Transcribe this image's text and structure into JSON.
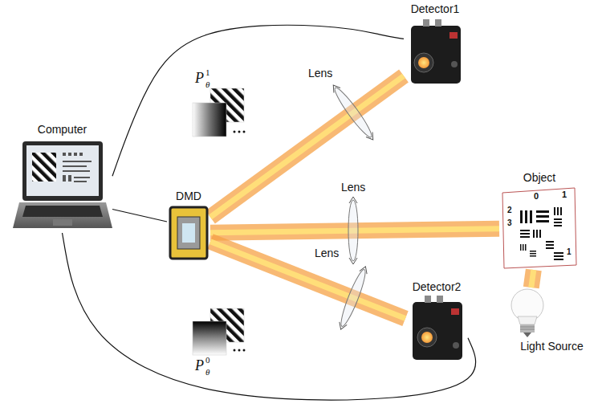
{
  "diagram": {
    "nodes": [
      {
        "text": [
          "Detector1"
        ]
      },
      {
        "text": [
          "Computer"
        ]
      },
      {
        "text": [
          "DMD"
        ]
      },
      {
        "text": [
          "Object"
        ]
      },
      {
        "text": [
          "Detector2"
        ]
      },
      {
        "text": [
          "Light Source"
        ]
      }
    ],
    "edges": [
      {
        "from": 5,
        "to": 3,
        "arrow": "none"
      },
      {
        "from": 3,
        "to": 2,
        "arrow": "none"
      },
      {
        "from": 2,
        "to": 0,
        "arrow": "none"
      },
      {
        "from": 2,
        "to": 4,
        "arrow": "none"
      },
      {
        "from": 1,
        "to": 0,
        "arrow": "none"
      },
      {
        "from": 1,
        "to": 2,
        "arrow": "none"
      },
      {
        "from": 1,
        "to": 4,
        "arrow": "none"
      }
    ],
    "labels": [
      "P",
      "1",
      "θ",
      "Lens",
      "Lens",
      "0",
      "1",
      "2",
      "3",
      "1",
      "Lens",
      "P",
      "0",
      "θ"
    ]
  }
}
